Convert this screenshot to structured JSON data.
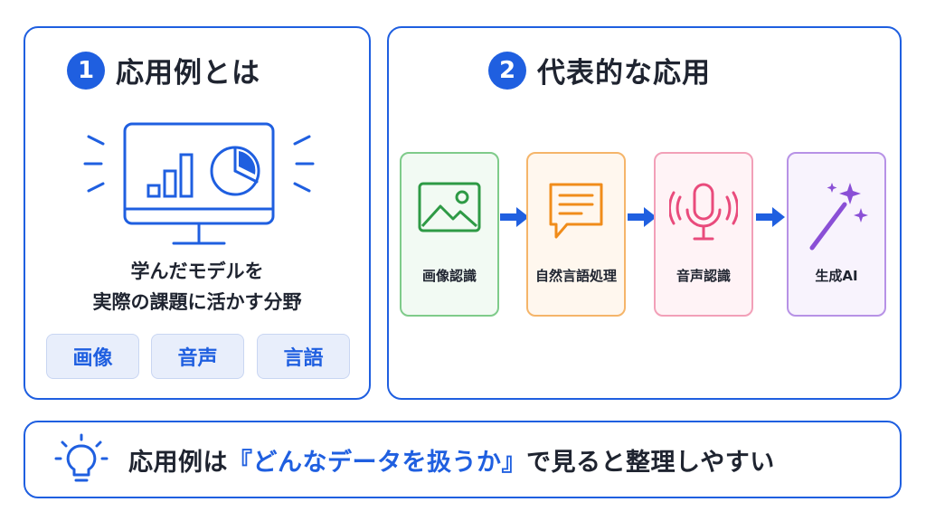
{
  "left_panel": {
    "number": "1",
    "title": "応用例とは",
    "description_line1": "学んだモデルを",
    "description_line2": "実際の課題に活かす分野",
    "tags": [
      "画像",
      "音声",
      "言語"
    ]
  },
  "right_panel": {
    "number": "2",
    "title": "代表的な応用",
    "cards": [
      {
        "label": "画像認識",
        "icon": "image-icon",
        "color": "#2e9a45"
      },
      {
        "label": "自然言語処理",
        "icon": "speech-bubble-icon",
        "color": "#f08c1a"
      },
      {
        "label": "音声認識",
        "icon": "microphone-icon",
        "color": "#e94b7c"
      },
      {
        "label": "生成AI",
        "icon": "magic-wand-icon",
        "color": "#8a4fd6"
      }
    ]
  },
  "bottom_banner": {
    "icon": "lightbulb-icon",
    "text_before": "応用例は",
    "text_highlight": "『どんなデータを扱うか』",
    "text_after": "で見ると整理しやすい"
  },
  "colors": {
    "accent": "#1f5fe0",
    "text": "#1f2430"
  }
}
